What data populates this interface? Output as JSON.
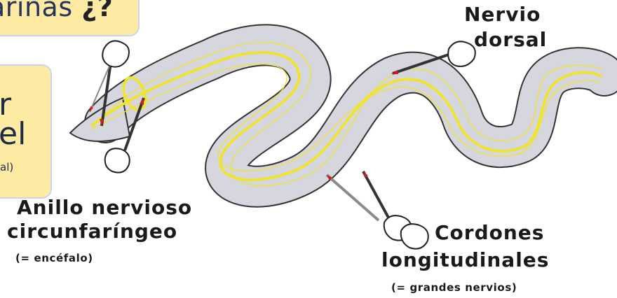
{
  "title": {
    "text": "arinas",
    "question_mark": "¿?"
  },
  "side_box": {
    "line1": "r",
    "line2": "el",
    "line3": "al)"
  },
  "labels": {
    "nervio_dorsal": {
      "line1": "Nervio",
      "line2": "dorsal"
    },
    "anillo": {
      "line1": "Anillo nervioso",
      "line2": "circunfaríngeo",
      "note": "(= encéfalo)"
    },
    "cordones": {
      "line1": "Cordones",
      "line2": "longitudinales",
      "note": "(= grandes nervios)"
    }
  },
  "colors": {
    "body_fill": "#d6d6df",
    "nerve": "#f2e51c",
    "needle_tip": "#d11a1a",
    "title_bg": "#fdeaa3"
  },
  "icons": [
    "hand-icon",
    "probe-icon"
  ]
}
